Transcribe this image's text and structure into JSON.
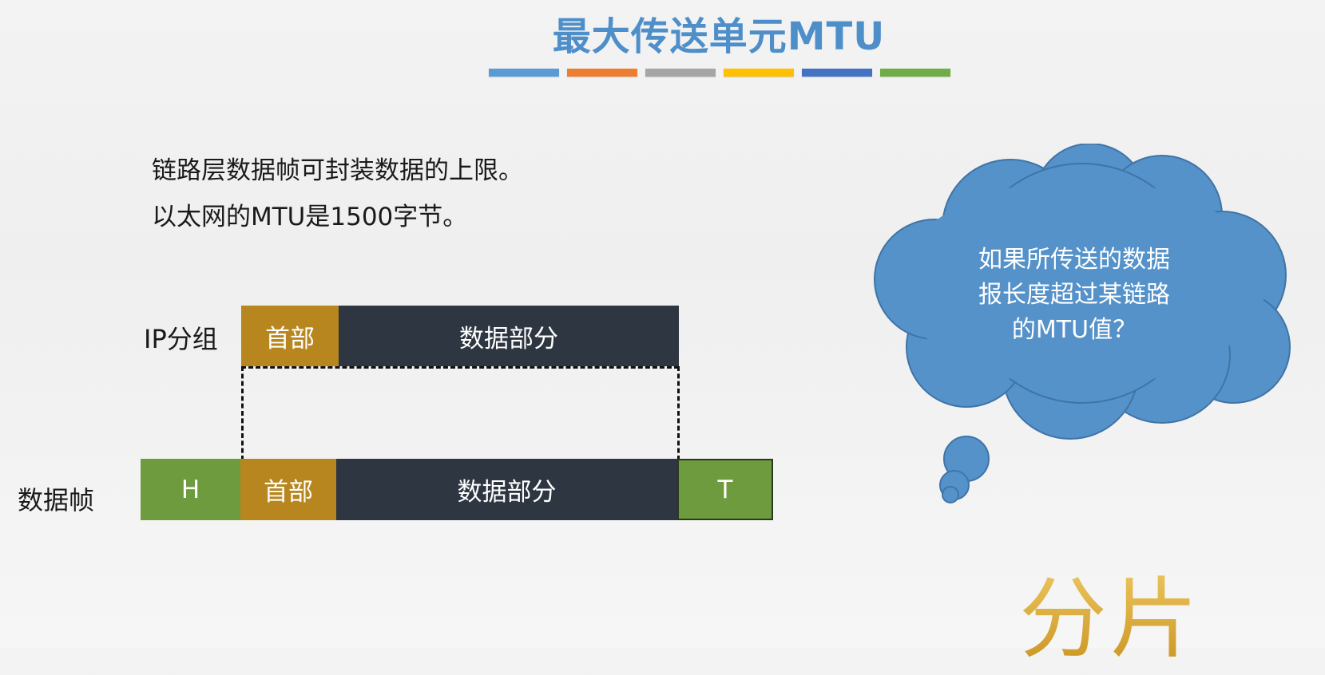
{
  "title": "最大传送单元MTU",
  "color_bars": [
    "#5b9bd5",
    "#ed7d31",
    "#a5a5a5",
    "#ffc000",
    "#4472c4",
    "#70ad47"
  ],
  "lines": [
    "链路层数据帧可封装数据的上限。",
    "以太网的MTU是1500字节。"
  ],
  "ip_packet": {
    "label": "IP分组",
    "header": "首部",
    "data": "数据部分"
  },
  "frame": {
    "label": "数据帧",
    "h": "H",
    "header": "首部",
    "data": "数据部分",
    "t": "T"
  },
  "cloud": {
    "lines": [
      "如果所传送的数据",
      "报长度超过某链路",
      "的MTU值？"
    ]
  },
  "answer": "分片",
  "colors": {
    "header": "#b7861e",
    "data": "#2e3641",
    "frame_end": "#6e9b3d",
    "cloud": "#5592c9"
  }
}
